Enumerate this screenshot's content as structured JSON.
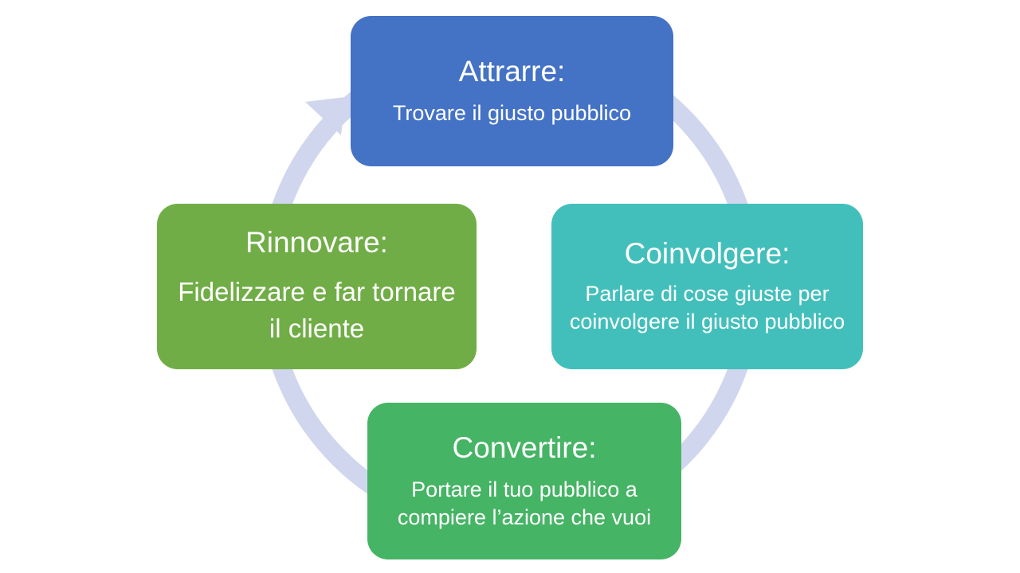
{
  "colors": {
    "ring": "#d0d6ed",
    "attrarre": "#4472c4",
    "coinvolgere": "#43bfbb",
    "convertire": "#46b465",
    "rinnovare": "#71ad47",
    "text": "#ffffff"
  },
  "steps": [
    {
      "id": "attrarre",
      "title": "Attrarre:",
      "desc": "Trovare il giusto pubblico"
    },
    {
      "id": "coinvolgere",
      "title": "Coinvolgere:",
      "desc": "Parlare di cose giuste per coinvolgere il giusto pubblico"
    },
    {
      "id": "convertire",
      "title": "Convertire:",
      "desc": "Portare il tuo pubblico a compiere l’azione che vuoi"
    },
    {
      "id": "rinnovare",
      "title": "Rinnovare:",
      "desc": "Fidelizzare e far tornare il cliente"
    }
  ]
}
